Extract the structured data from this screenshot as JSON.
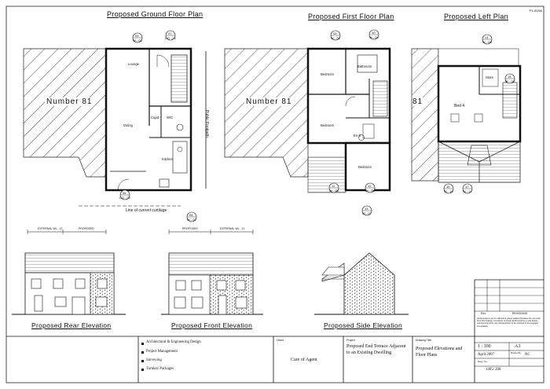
{
  "sheet_ref": "P1-00/56",
  "titles": {
    "ground": "Proposed Ground Floor Plan",
    "first": "Proposed First Floor Plan",
    "left": "Proposed Left Plan",
    "rear": "Proposed Rear Elevation",
    "front": "Proposed Front Elevation",
    "side": "Proposed Side Elevation"
  },
  "neighbour": "Number 81",
  "neighbour_short": "81",
  "ground_rooms": {
    "lounge": "Lounge",
    "dining": "Dining",
    "kitchen": "Kitchen",
    "cupboard": "Cupd",
    "wc": "W/C"
  },
  "first_rooms": {
    "bed1": "Bedroom",
    "bed2": "Bedroom",
    "bed3": "Bedroom",
    "bath": "Bathroom",
    "ensuite": "En-S"
  },
  "left_rooms": {
    "bed4": "Bed 4",
    "store": "Store"
  },
  "road": "Public Footpath",
  "curtilage": "Line of current curtilage",
  "markers": {
    "g_top_left": "05",
    "g_top_left_ref": "W - 03",
    "g_top_right": "07",
    "g_top_right_ref": "DO - 01",
    "g_bottom": "06",
    "g_bottom_ref": "DO - 02",
    "g_side": "08",
    "g_side_ref": "W - 02",
    "f_top_left": "09",
    "f_top_left_ref": "W - 03",
    "f_top_right": "10",
    "f_top_right_ref": "W - 04",
    "f_bottom_left": "11",
    "f_bottom_left_ref": "W - 05",
    "f_bottom_right": "12",
    "f_bottom_right_ref": "W - 06",
    "f_below": "13",
    "f_below_ref": "W - 07",
    "l_top_left": "14",
    "l_top_left_ref": "W - 08",
    "l_top_right": "15",
    "l_top_right_ref": "W - 09",
    "l_bottom_left": "16",
    "l_bottom_left_ref": "W - 10",
    "l_bottom_right": "17",
    "l_bottom_right_ref": "W - 11"
  },
  "dims": {
    "rear_left": "EXTERNAL WL - 12",
    "rear_right": "PROPOSED",
    "front_left": "PROPOSED",
    "front_right": "EXTERNAL WL - 11"
  },
  "company_services": [
    "Architectural & Engineering Design",
    "Project Management",
    "Surveying",
    "Turnkey Packages"
  ],
  "title_block": {
    "client_label": "Client",
    "client": "Care of Agent",
    "project_label": "Project",
    "project": "Proposed End Terrace Adjacent to an Existing Dwelling",
    "drawing_label": "Drawing Title",
    "drawing": "Proposed Elevations and Floor Plans",
    "scale": "1 : 100    ",
    "size": "A3",
    "date": "April 2007",
    "drawn_label": "Drawn By",
    "drawn_by": "NC",
    "number_label": "Dwg. No.",
    "number": "1465/ 200",
    "rev_header": "Rev",
    "revisions_title": "REVISIONS",
    "notes": "All dimensions are in millimetres unless stated otherwise. Do not scale from this drawing. Contractor to check all dimensions on site before commencing work. Any discrepancies to be reported to the engineer immediately."
  }
}
